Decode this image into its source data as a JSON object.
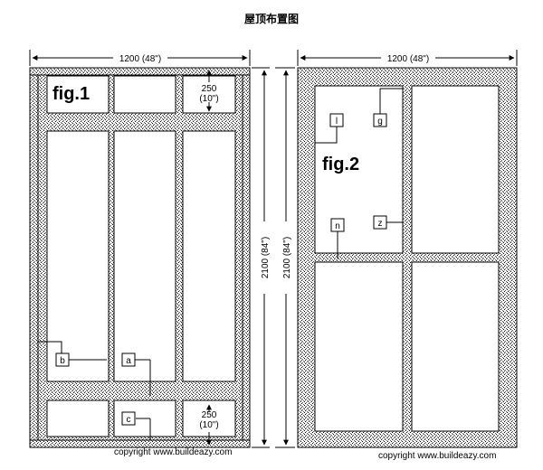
{
  "title": "屋顶布置图",
  "fig1": {
    "label": "fig.1",
    "width_dim": "1200 (48\")",
    "height_dim": "2100 (84\")",
    "top_dim": "250",
    "top_dim_inch": "(10\")",
    "bottom_dim": "250",
    "bottom_dim_inch": "(10\")",
    "tags": {
      "b": "b",
      "a": "a",
      "c": "c"
    },
    "copyright": "copyright www.buildeazy.com"
  },
  "fig2": {
    "label": "fig.2",
    "width_dim": "1200 (48\")",
    "height_dim": "2100 (84\")",
    "tags": {
      "l": "l",
      "g": "g",
      "n": "n",
      "z": "z"
    },
    "copyright": "copyright www.buildeazy.com"
  },
  "colors": {
    "line": "#000000",
    "stipple_bg": "#ffffff",
    "stipple_dot": "#000000"
  }
}
